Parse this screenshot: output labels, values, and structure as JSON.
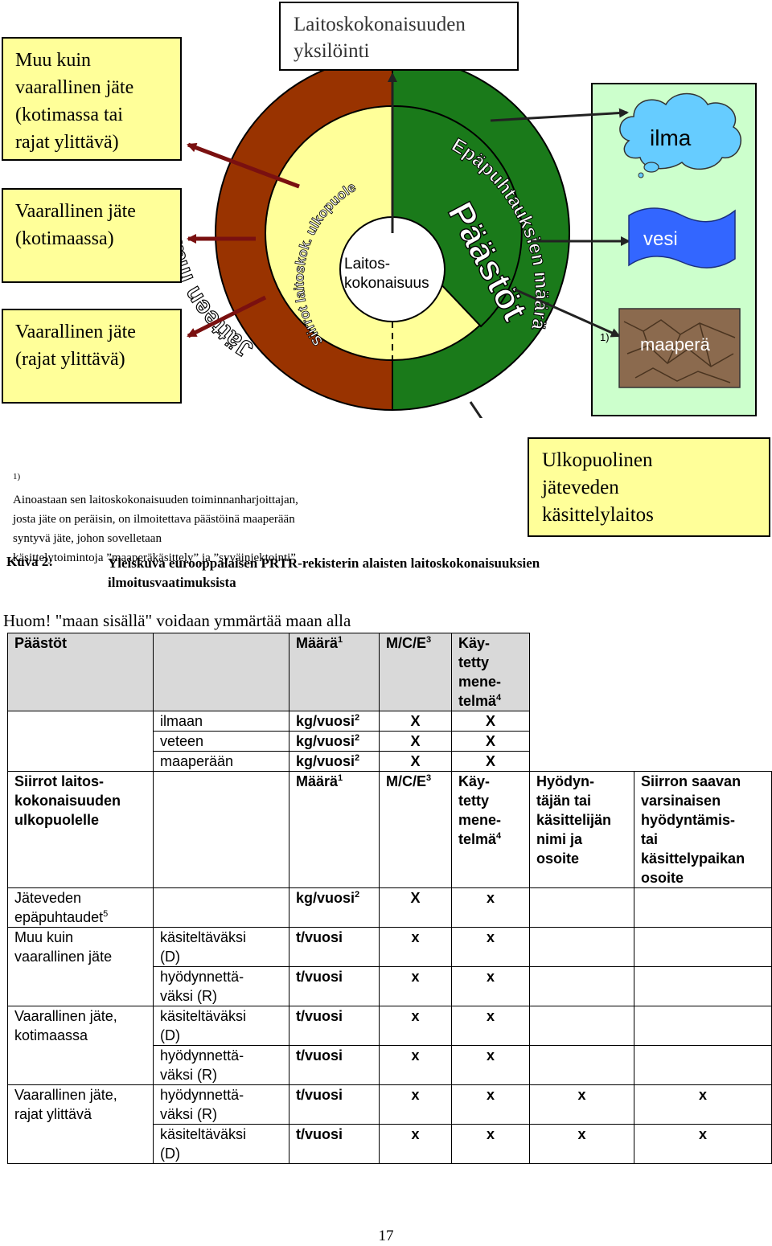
{
  "diagram": {
    "top_box": "Laitoskokonaisuuden\nyksilöinti",
    "left_boxes": [
      "Muu kuin\nvaarallinen jäte\n(kotimassa tai\nrajat ylittävä)",
      "Vaarallinen jäte\n(kotimaassa)",
      "Vaarallinen jäte\n(rajat ylittävä)"
    ],
    "ring_left_outer": "Jätteen määrä",
    "ring_left_inner": "Siirrot laitoskok. ulkopuolelle",
    "ring_right_outer": "Epäpuhtauksien määrä",
    "ring_right_inner": "Päästöt",
    "center": "Laitos-\nkokonaisuus",
    "media": [
      "ilma",
      "vesi",
      "maaperä"
    ],
    "media_note_marker": "1)",
    "waste_water_box": "Ulkopuolinen\njäteveden\nkäsittelylaitos",
    "colors": {
      "left_ring": "#993300",
      "right_ring": "#1a7a1a",
      "inner": "#ffff99",
      "green_panel": "#ccffcc",
      "cloud": "#66ccff",
      "water": "#3366ff"
    }
  },
  "footnote": {
    "marker": "1)",
    "text": "Ainoastaan sen laitoskokonaisuuden toiminnanharjoittajan,\njosta jäte on peräisin, on ilmoitettava päästöinä maaperään\nsyntyvä jäte, johon sovelletaan\nkäsittelytoimintoja ”maaperäkäsittely” ja ”syväinjektointi”"
  },
  "caption": {
    "label": "Kuva 2:",
    "text": "Yleiskuva eurooppalaisen PRTR-rekisterin alaisten laitoskokonaisuuksien\nilmoitusvaatimuksista"
  },
  "note": "Huom! \"maan sisällä\" voidaan ymmärtää maan alla",
  "table": {
    "h1": {
      "c1": "Päästöt",
      "amount": "Määrä",
      "amount_sup": "1",
      "mce": "M/C/E",
      "mce_sup": "3",
      "method": "Käy-\ntetty\nmene-\ntelmä",
      "method_sup": "4"
    },
    "emissions": [
      {
        "medium": "ilmaan",
        "unit": "kg/vuosi",
        "unit_sup": "2",
        "mce": "X",
        "method": "X"
      },
      {
        "medium": "veteen",
        "unit": "kg/vuosi",
        "unit_sup": "2",
        "mce": "X",
        "method": "X"
      },
      {
        "medium": "maaperään",
        "unit": "kg/vuosi",
        "unit_sup": "2",
        "mce": "X",
        "method": "X"
      }
    ],
    "h2": {
      "c1": "Siirrot laitos-\nkokonaisuuden\nulkopuolelle",
      "amount": "Määrä",
      "amount_sup": "1",
      "mce": "M/C/E",
      "mce_sup": "3",
      "method": "Käy-\ntetty\nmene-\ntelmä",
      "method_sup": "4",
      "recipient": "Hyödyn-\ntäjän tai\nkäsittelijän\nnimi ja\nosoite",
      "site": "Siirron saavan\nvarsinaisen\nhyödyntämis-\ntai\nkäsittelypaikan\nosoite"
    },
    "wastewater": {
      "c1": "Jäteveden\nepäpuhtaudet",
      "c1_sup": "5",
      "unit": "kg/vuosi",
      "unit_sup": "2",
      "mce": "X",
      "method": "x"
    },
    "groups": [
      {
        "label": "Muu kuin\nvaarallinen jäte",
        "rows": [
          {
            "op": "käsiteltäväksi\n(D)",
            "unit": "t/vuosi",
            "mce": "x",
            "method": "x",
            "recipient": "",
            "site": ""
          },
          {
            "op": "hyödynnettä-\nväksi (R)",
            "unit": "t/vuosi",
            "mce": "x",
            "method": "x",
            "recipient": "",
            "site": ""
          }
        ]
      },
      {
        "label": "Vaarallinen jäte,\n kotimaassa",
        "rows": [
          {
            "op": "käsiteltäväksi\n(D)",
            "unit": "t/vuosi",
            "mce": "x",
            "method": "x",
            "recipient": "",
            "site": ""
          },
          {
            "op": "hyödynnettä-\nväksi (R)",
            "unit": "t/vuosi",
            "mce": "x",
            "method": "x",
            "recipient": "",
            "site": ""
          }
        ]
      },
      {
        "label": "Vaarallinen jäte,\nrajat ylittävä",
        "rows": [
          {
            "op": "hyödynnettä-\nväksi (R)",
            "unit": "t/vuosi",
            "mce": "x",
            "method": "x",
            "recipient": "x",
            "site": "x"
          },
          {
            "op": "käsiteltäväksi\n(D)",
            "unit": "t/vuosi",
            "mce": "x",
            "method": "x",
            "recipient": "x",
            "site": "x"
          }
        ]
      }
    ]
  },
  "page_number": "17"
}
